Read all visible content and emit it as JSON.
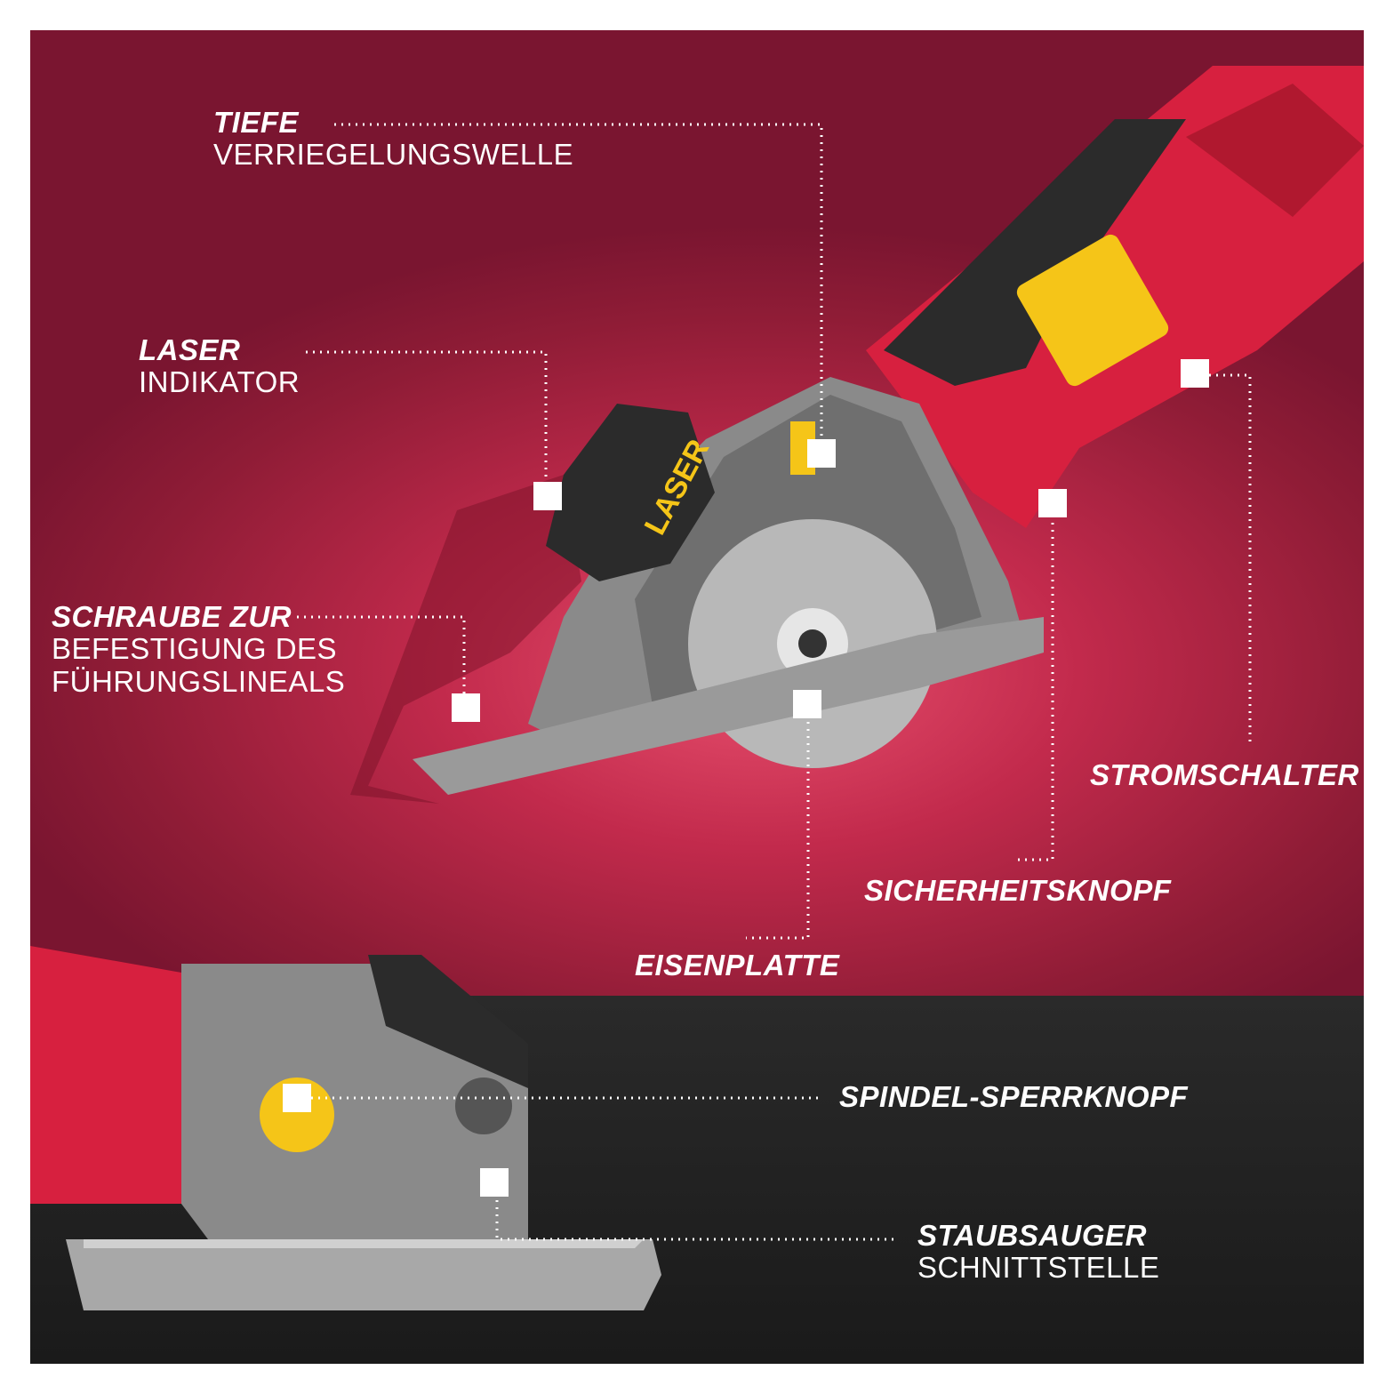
{
  "labels": {
    "tiefe": {
      "title": "TIEFE",
      "sub": "VERRIEGELUNGSWELLE"
    },
    "laser": {
      "title": "LASER",
      "sub": "INDIKATOR"
    },
    "schraube": {
      "title": "SCHRAUBE ZUR",
      "sub1": "BEFESTIGUNG DES",
      "sub2": "FÜHRUNGSLINEALS"
    },
    "stromschalter": {
      "title": "STROMSCHALTER"
    },
    "sicherheitsknopf": {
      "title": "SICHERHEITSKNOPF"
    },
    "eisenplatte": {
      "title": "EISENPLATTE"
    },
    "spindel": {
      "title": "SPINDEL-SPERRKNOPF"
    },
    "staubsauger": {
      "title": "STAUBSAUGER",
      "sub": "SCHNITTSTELLE"
    }
  },
  "product": {
    "laser_text": "LASER"
  },
  "colors": {
    "brand_red": "#d7203f",
    "accent_yellow": "#f5c518",
    "metal": "#8a8a8a",
    "grip": "#2b2b2b"
  }
}
